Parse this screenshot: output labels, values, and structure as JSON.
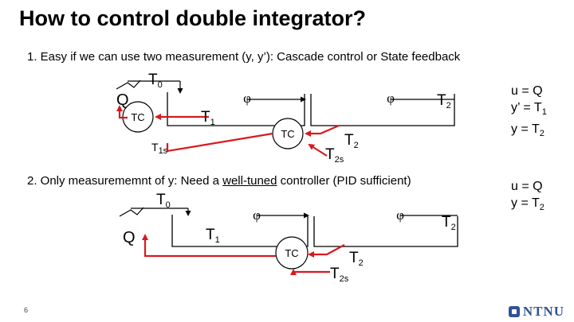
{
  "slide": {
    "title": "How to control double integrator?",
    "point1": "1. Easy if we can use two measurement (y, y’): Cascade control or State feedback",
    "point2_pre": "2. Only measurememnt of y: Need a ",
    "point2_ul": "well-tuned",
    "point2_post": " controller (PID sufficient)",
    "page_number": "6",
    "logo_text": "NTNU"
  },
  "diagram1": {
    "valve_label": "Q",
    "t0": "T",
    "t0_sub": "0",
    "t1": "T",
    "t1_sub": "1",
    "t2": "T",
    "t2_sub": "2",
    "t1s": "T",
    "t1s_sub": "1s",
    "t2s": "T",
    "t2s_sub": "2s",
    "tc_left": "TC",
    "tc_mid": "TC"
  },
  "diagram2": {
    "valve_label": "Q",
    "t0": "T",
    "t0_sub": "0",
    "t1": "T",
    "t1_sub": "1",
    "t2": "T",
    "t2_sub": "2",
    "t2s": "T",
    "t2s_sub": "2s",
    "tc": "TC"
  },
  "relations1": [
    "u = Q",
    "y’ = T",
    "y = T"
  ],
  "relations1_subs": [
    "",
    "1",
    "2"
  ],
  "relations2": [
    "u = Q",
    "y = T"
  ],
  "relations2_subs": [
    "",
    "2"
  ],
  "colors": {
    "signal": "#d71920",
    "line": "#000000",
    "logo": "#2f5496"
  }
}
